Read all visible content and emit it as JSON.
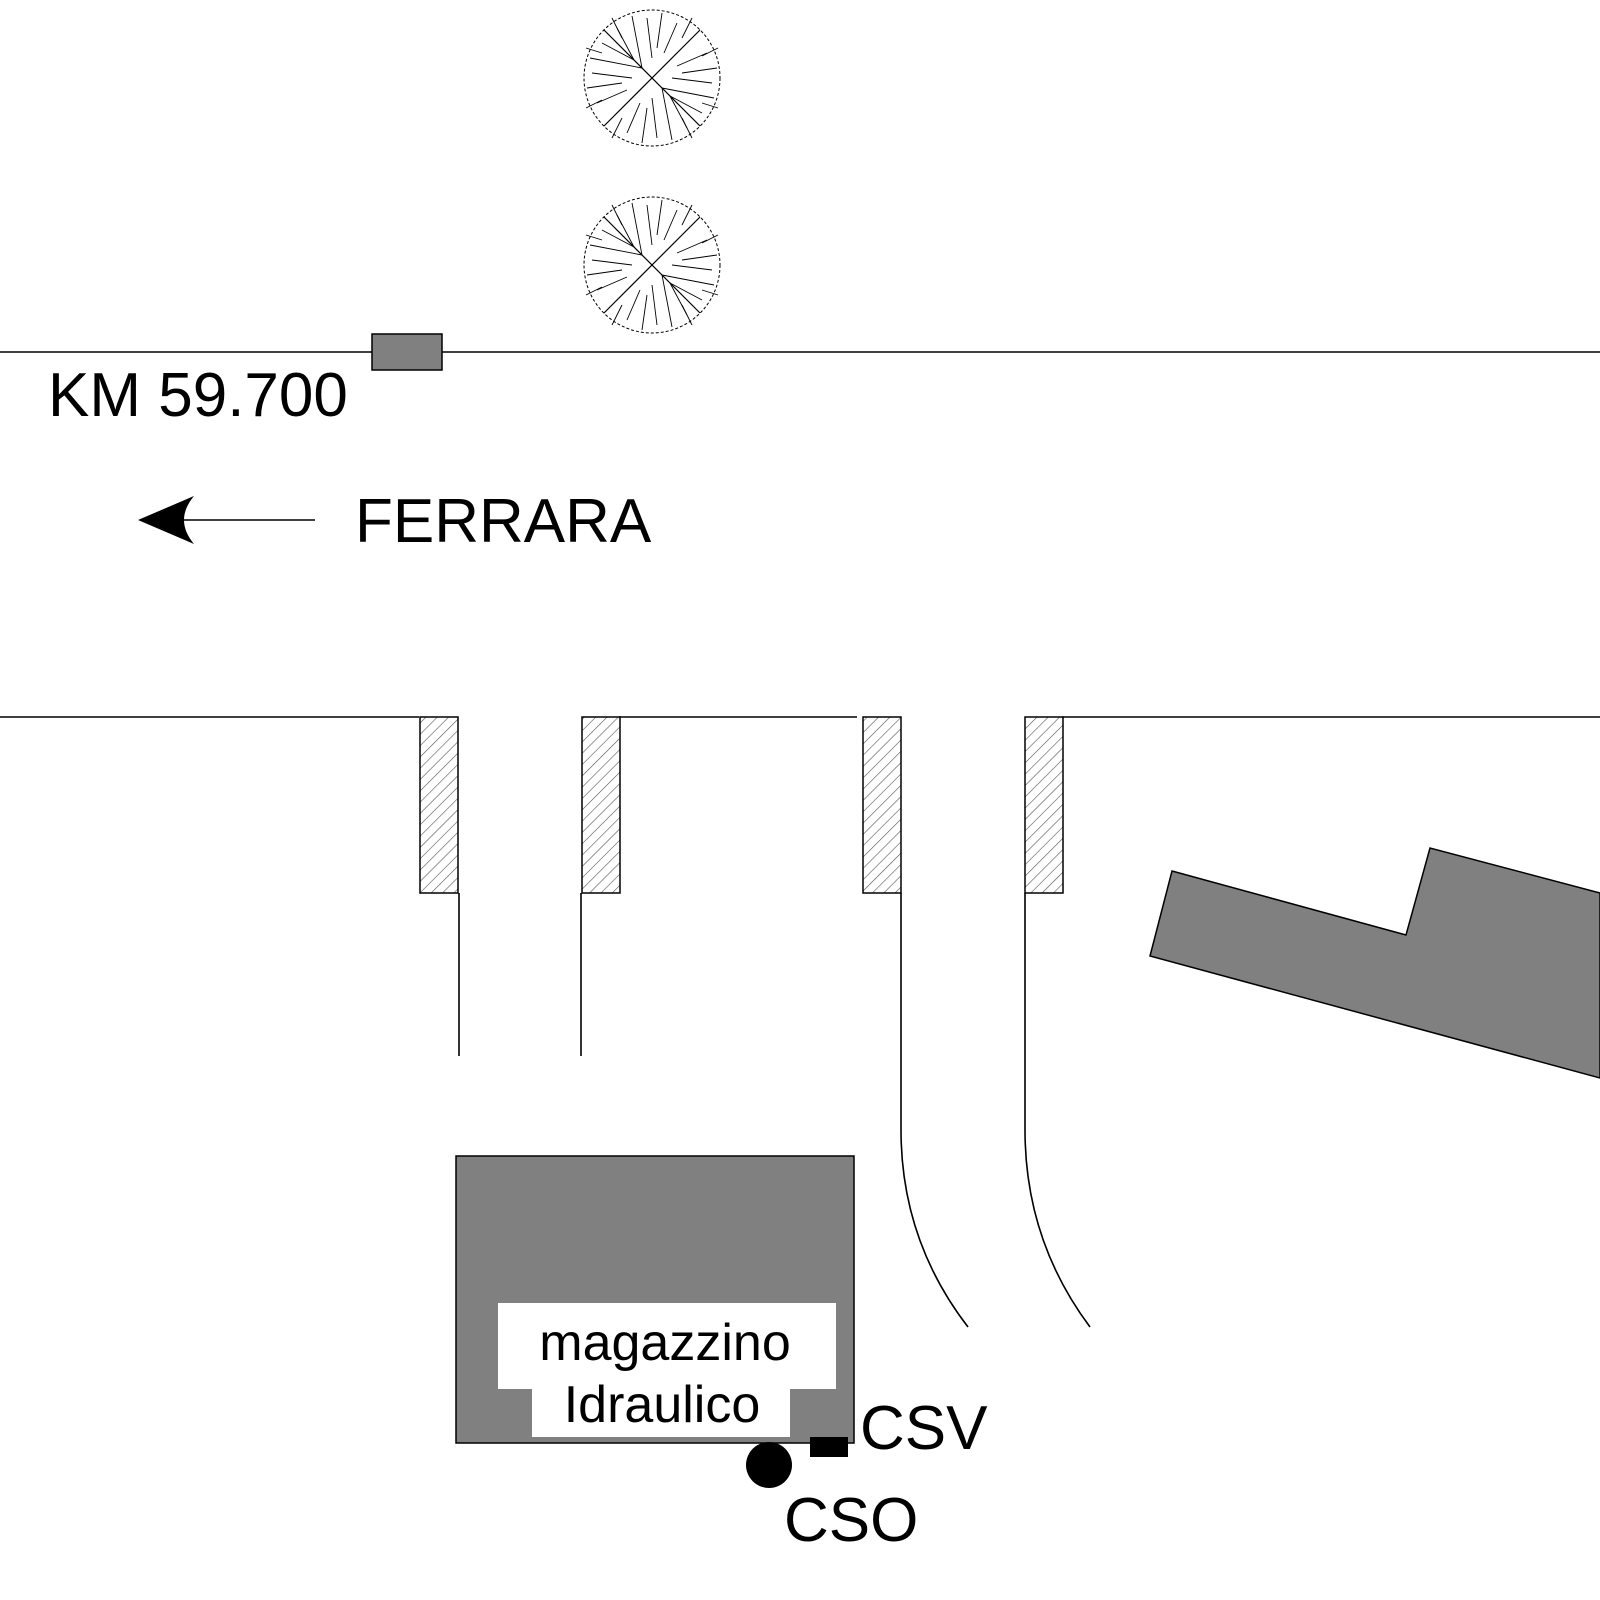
{
  "km_marker": "KM 59.700",
  "direction": "FERRARA",
  "building": {
    "line1": "magazzino",
    "line2": "Idraulico"
  },
  "csv_label": "CSV",
  "cso_label": "CSO",
  "colors": {
    "building": "#808080",
    "ink": "#000000",
    "paper": "#ffffff",
    "hatch": "#555555"
  },
  "icons": [
    "tree-icon",
    "arrow-left-icon",
    "csv-square-icon",
    "cso-dot-icon"
  ]
}
